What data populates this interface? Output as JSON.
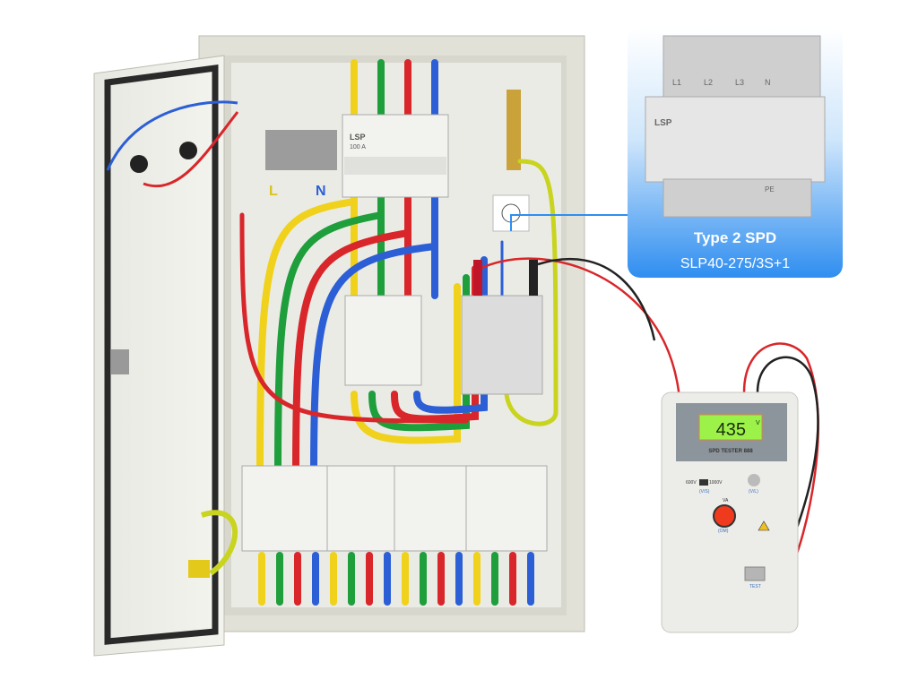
{
  "panel": {
    "line_label": "L",
    "neutral_label": "N",
    "main_breaker_brand": "LSP",
    "main_breaker_rating": "100 A"
  },
  "callout": {
    "title": "Type 2 SPD",
    "model": "SLP40-275/3S+1",
    "brand": "LSP",
    "terminals": [
      "L1",
      "L2",
      "L3",
      "N"
    ],
    "pe_label": "PE",
    "gradient_color": "#2f8ef0"
  },
  "tester": {
    "display_value": "435",
    "display_unit": "V",
    "name": "SPD TESTER 888",
    "range_low": "600V",
    "range_high": "1000V",
    "range_switch_label": "(V/S)",
    "knob_label": "(V/L)",
    "dial_top_label": "VA",
    "dial_label": "(OM)",
    "test_button": "TEST",
    "display_color": "#9df24a",
    "dial_color": "#f03a1e"
  },
  "wire_colors": {
    "L1": "#f0d21c",
    "L2": "#1f9e3c",
    "L3": "#d8262a",
    "N": "#2c5fd6",
    "PE": "#c8d41e"
  }
}
